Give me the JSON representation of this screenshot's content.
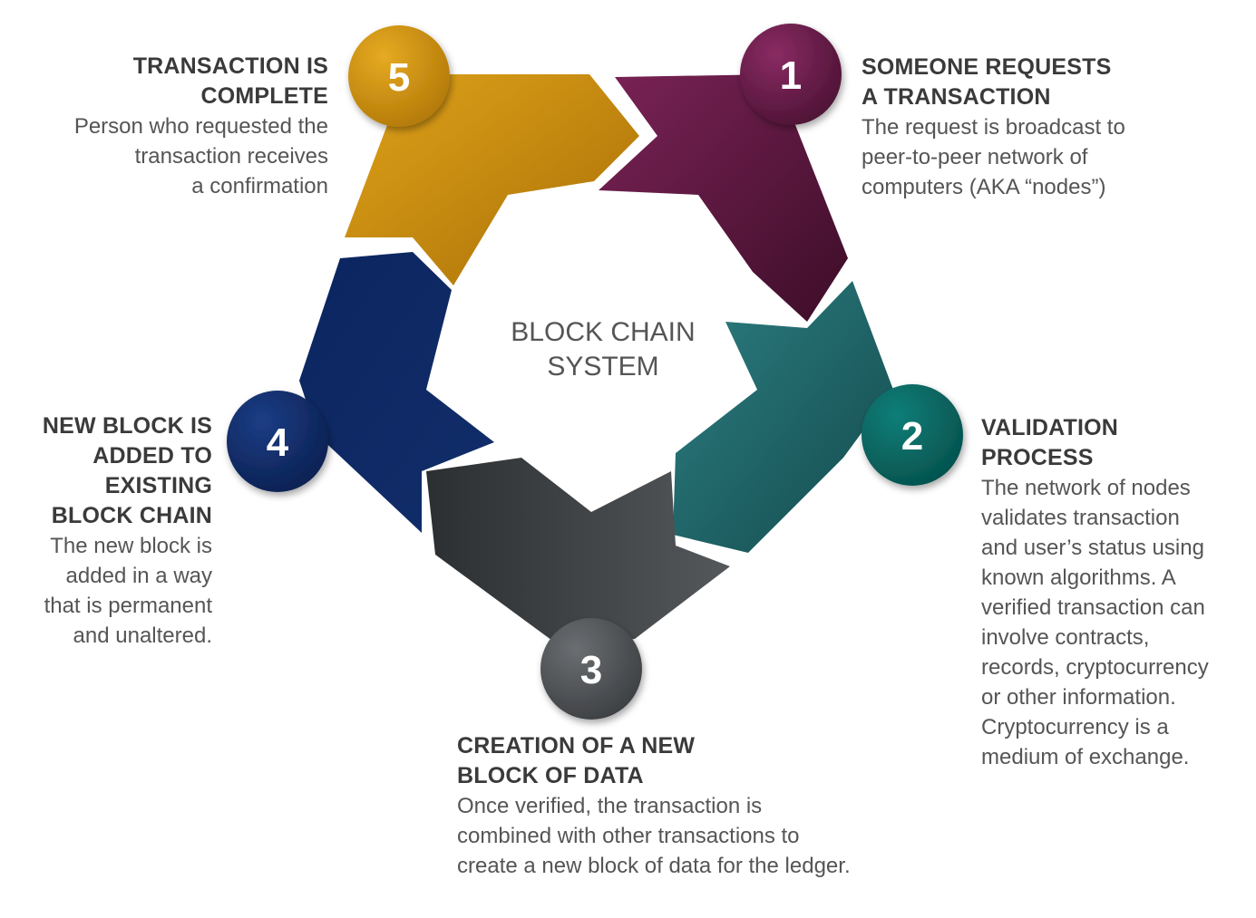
{
  "center": {
    "line1": "BLOCK CHAIN",
    "line2": "SYSTEM"
  },
  "steps": [
    {
      "number": "1",
      "title_lines": [
        "SOMEONE REQUESTS",
        "A TRANSACTION"
      ],
      "desc_lines": [
        "The request is broadcast to",
        "peer-to-peer network of",
        "computers (AKA “nodes”)"
      ],
      "color": "#5e1b44"
    },
    {
      "number": "2",
      "title_lines": [
        "VALIDATION",
        "PROCESS"
      ],
      "desc_lines": [
        "The network of nodes",
        "validates transaction",
        "and user’s status using",
        "known algorithms.  A",
        "verified transaction can",
        "involve contracts,",
        "records, cryptocurrency",
        "or other information.",
        "Cryptocurrency is a",
        "medium of exchange."
      ],
      "color": "#1f6b6e"
    },
    {
      "number": "3",
      "title_lines": [
        "CREATION OF A NEW",
        "BLOCK OF DATA"
      ],
      "desc_lines": [
        "Once verified, the transaction is",
        "combined with other transactions to",
        "create a new block of data for the ledger."
      ],
      "color": "#3f4245"
    },
    {
      "number": "4",
      "title_lines": [
        "NEW BLOCK IS",
        "ADDED TO",
        "EXISTING",
        "BLOCK CHAIN"
      ],
      "desc_lines": [
        "The new block is",
        "added in a way",
        "that is permanent",
        "and unaltered."
      ],
      "color": "#0f2a62"
    },
    {
      "number": "5",
      "title_lines": [
        "TRANSACTION IS",
        "COMPLETE"
      ],
      "desc_lines": [
        "Person who requested the",
        "transaction receives",
        "a confirmation"
      ],
      "color": "#c98a0c"
    }
  ]
}
